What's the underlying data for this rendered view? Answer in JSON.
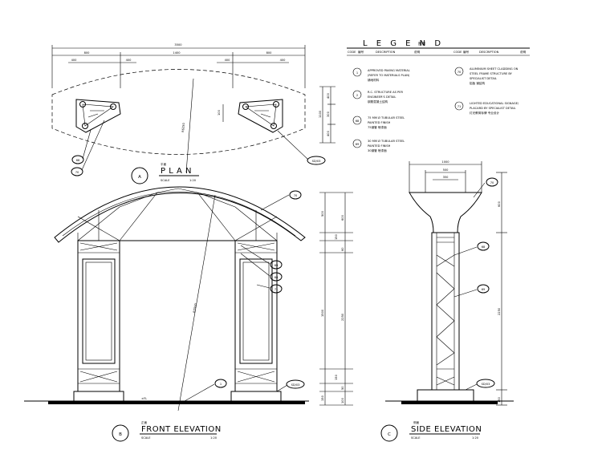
{
  "plan": {
    "overall_dim": "3500",
    "dims_top": [
      "800",
      "1400",
      "800"
    ],
    "dims_sub": [
      "400",
      "400",
      "400",
      "400"
    ],
    "radius": "R6250",
    "side_dims": [
      "400",
      "300",
      "400"
    ],
    "side_total": "1100",
    "inner_dim": "100",
    "tag_68": "68",
    "tag_70": "70",
    "section_ref": "SD/03",
    "marker": "A",
    "title": "P L A N",
    "title_cn": "平面",
    "scale_label": "SCALE",
    "scale_value": "1:20"
  },
  "legend": {
    "title": "L E G E N D",
    "title_cn": "图例",
    "col_code": "CODE",
    "col_code_cn": "编号",
    "col_desc": "DESCRIPTION",
    "col_desc_cn": "说明",
    "items": [
      {
        "code": "1",
        "lines": [
          "APPROVED PAVING MATERIAL",
          "(REFER TO MATERIALS PLAN)"
        ],
        "cn": "铺地材料"
      },
      {
        "code": "2",
        "lines": [
          "R.C. STRUCTURE AS PER",
          "ENGINEER'S DETAIL"
        ],
        "cn": "钢筋混凝土结构"
      },
      {
        "code": "68",
        "lines": [
          "75 MM Ø TUBULAR STEEL",
          "PAINTED FINISH"
        ],
        "cn": "75钢管 喷漆面"
      },
      {
        "code": "69",
        "lines": [
          "30 MM Ø TUBULAR STEEL",
          "PAINTED FINISH"
        ],
        "cn": "30钢管 喷漆面"
      },
      {
        "code": "70",
        "lines": [
          "ALUMINIUM SHEET CLADDING ON",
          "STEEL FRAME STRUCTURE BY",
          "SPECIALIST DETAIL"
        ],
        "cn": "铝板 钢结构"
      },
      {
        "code": "71",
        "lines": [
          "LIGHTED EDUCATIONAL SIGNAGE/",
          "PLACARD BY SPECIALIST DETAIL"
        ],
        "cn": "灯光教育标牌 专业设计"
      }
    ]
  },
  "front": {
    "marker": "B",
    "title": "FRONT ELEVATION",
    "title_cn": "正面",
    "scale_label": "SCALE",
    "scale_value": "1:20",
    "tags": [
      "70",
      "69",
      "68",
      "71",
      "1"
    ],
    "section_ref": "SD/03",
    "radius": "R7500",
    "level": "±FL",
    "dims_upper": [
      "500",
      "600",
      "150",
      "60"
    ],
    "dims_mid": [
      "1500",
      "2250"
    ],
    "dims_lower": [
      "150",
      "50",
      "150",
      "100"
    ]
  },
  "side": {
    "marker": "C",
    "title": "SIDE ELEVATION",
    "title_cn": "侧面",
    "scale_label": "SCALE",
    "scale_value": "1:20",
    "top_dims": [
      "1000",
      "500",
      "350"
    ],
    "tags": [
      "70",
      "68",
      "69"
    ],
    "section_ref": "SD/03",
    "dims_right": [
      "600",
      "2250",
      "150"
    ]
  },
  "colors": {
    "line": "#000000",
    "background": "#ffffff"
  }
}
